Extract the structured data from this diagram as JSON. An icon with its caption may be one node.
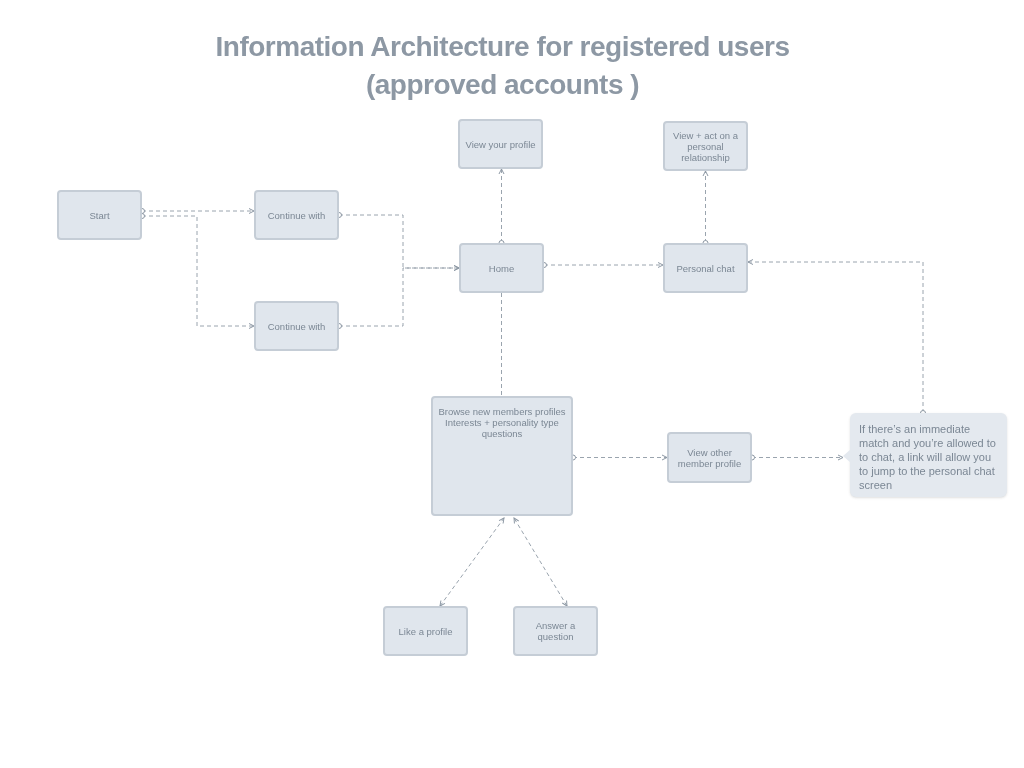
{
  "diagram": {
    "title": "Information Architecture for registered users (approved accounts )",
    "nodes": [
      {
        "text": [
          "Start"
        ]
      },
      {
        "text": [
          "Continue with"
        ]
      },
      {
        "text": [
          "Continue with"
        ]
      },
      {
        "text": [
          "View your profile"
        ]
      },
      {
        "text": [
          "View + act on a personal relationship"
        ]
      },
      {
        "text": [
          "Home"
        ]
      },
      {
        "text": [
          "Personal chat"
        ]
      },
      {
        "text": [
          "Browse new members profiles Interests + personality type questions"
        ]
      },
      {
        "text": [
          "View other member profile"
        ]
      },
      {
        "text": [
          "If there’s an immediate match and you’re allowed to to chat, a link will allow you to jump to the personal chat screen"
        ]
      },
      {
        "text": [
          "Like a profile"
        ]
      },
      {
        "text": [
          "Answer a question"
        ]
      }
    ],
    "edges": [
      {
        "from": 0,
        "to": 1,
        "arrow": "to"
      },
      {
        "from": 0,
        "to": 2,
        "arrow": "to"
      },
      {
        "from": 1,
        "to": 5,
        "arrow": "to"
      },
      {
        "from": 2,
        "to": 5,
        "arrow": "to"
      },
      {
        "from": 5,
        "to": 3,
        "arrow": "to"
      },
      {
        "from": 5,
        "to": 6,
        "arrow": "to"
      },
      {
        "from": 6,
        "to": 4,
        "arrow": "to"
      },
      {
        "from": 5,
        "to": 7,
        "arrow": "none"
      },
      {
        "from": 7,
        "to": 8,
        "arrow": "to"
      },
      {
        "from": 8,
        "to": 9,
        "arrow": "to"
      },
      {
        "from": 9,
        "to": 6,
        "arrow": "to"
      },
      {
        "from": 10,
        "to": 7,
        "arrow": "both"
      },
      {
        "from": 11,
        "to": 7,
        "arrow": "both"
      }
    ]
  }
}
